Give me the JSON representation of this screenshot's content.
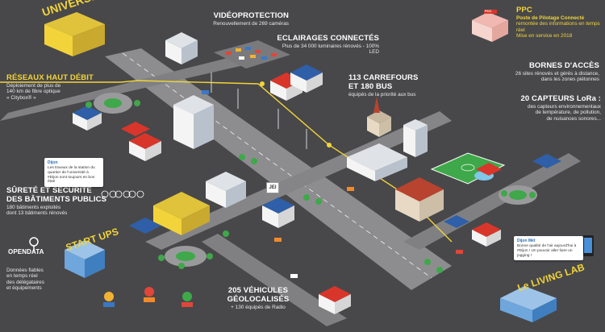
{
  "title_universites": "UNIVERSITÉS ÉCOLES",
  "video": {
    "title": "VIDÉOPROTECTION",
    "desc": "Renouvellement de 269 caméras"
  },
  "eclairage": {
    "title": "ECLAIRAGES CONNECTÉS",
    "desc": "Plus de 34 000 luminaires rénovés - 100% LED"
  },
  "ppc": {
    "title": "PPC",
    "line1": "Poste de Pilotage Connecté",
    "desc": "remontée des informations en temps réel",
    "line3": "Mise en service en 2018",
    "sign": "PCC"
  },
  "reseaux": {
    "title": "RÉSEAUX HAUT DÉBIT",
    "desc1": "Déploiement de plus de",
    "desc2": "140 km de fibre optique",
    "desc3": "« Citybox® »"
  },
  "carrefours": {
    "title1": "113 CARREFOURS",
    "title2": "ET 180 BUS",
    "desc": "équipés de la priorité aux bus"
  },
  "bornes": {
    "title": "BORNES D'ACCÈS",
    "desc1": "26 sites rénovés et gérés à distance,",
    "desc2": "dans les zones piétonnes"
  },
  "capteurs": {
    "title": "20 CAPTEURS LoRa :",
    "desc1": "des capteurs environnementaux",
    "desc2": "de température, de pollution,",
    "desc3": "de nuisances sonores..."
  },
  "surete": {
    "title1": "SÛRETÉ ET SÉCURITÉ",
    "title2": "DES BÂTIMENTS PUBLICS",
    "desc1": "180 bâtiments exploités",
    "desc2": "dont 13 bâtiments rénovés"
  },
  "opendata": {
    "title1": "OPEN",
    "title2": "DATA",
    "desc1": "Données fiables",
    "desc2": "en temps réel",
    "desc3": "des délégataires",
    "desc4": "et équipements"
  },
  "startups": "START UPS",
  "vehicules": {
    "title1": "205 VÉHICULES",
    "title2": "GÉOLOCALISÉS",
    "desc": "+ 130 équipés de Radio"
  },
  "livinglab": "Le LIVING LAB",
  "jei": "JEI",
  "tweet_left": {
    "handle": "Dijon",
    "text": "Les travaux de la station du quartier de l'université à #Dijon sont toujours en bon état!"
  },
  "tweet_right": {
    "handle": "Dijon Mét",
    "text": "Bonne qualité de l'air aujourd'hui à #Dijon ! Un pouvoir aller faire un jogging !"
  },
  "colors": {
    "background": "#48484a",
    "road": "#8a8a8c",
    "fiber": "#f2d43a",
    "title_yellow": "#f2d43a",
    "roof_red": "#d9362b",
    "roof_blue": "#2f5fa8",
    "grass": "#3fa84a"
  }
}
